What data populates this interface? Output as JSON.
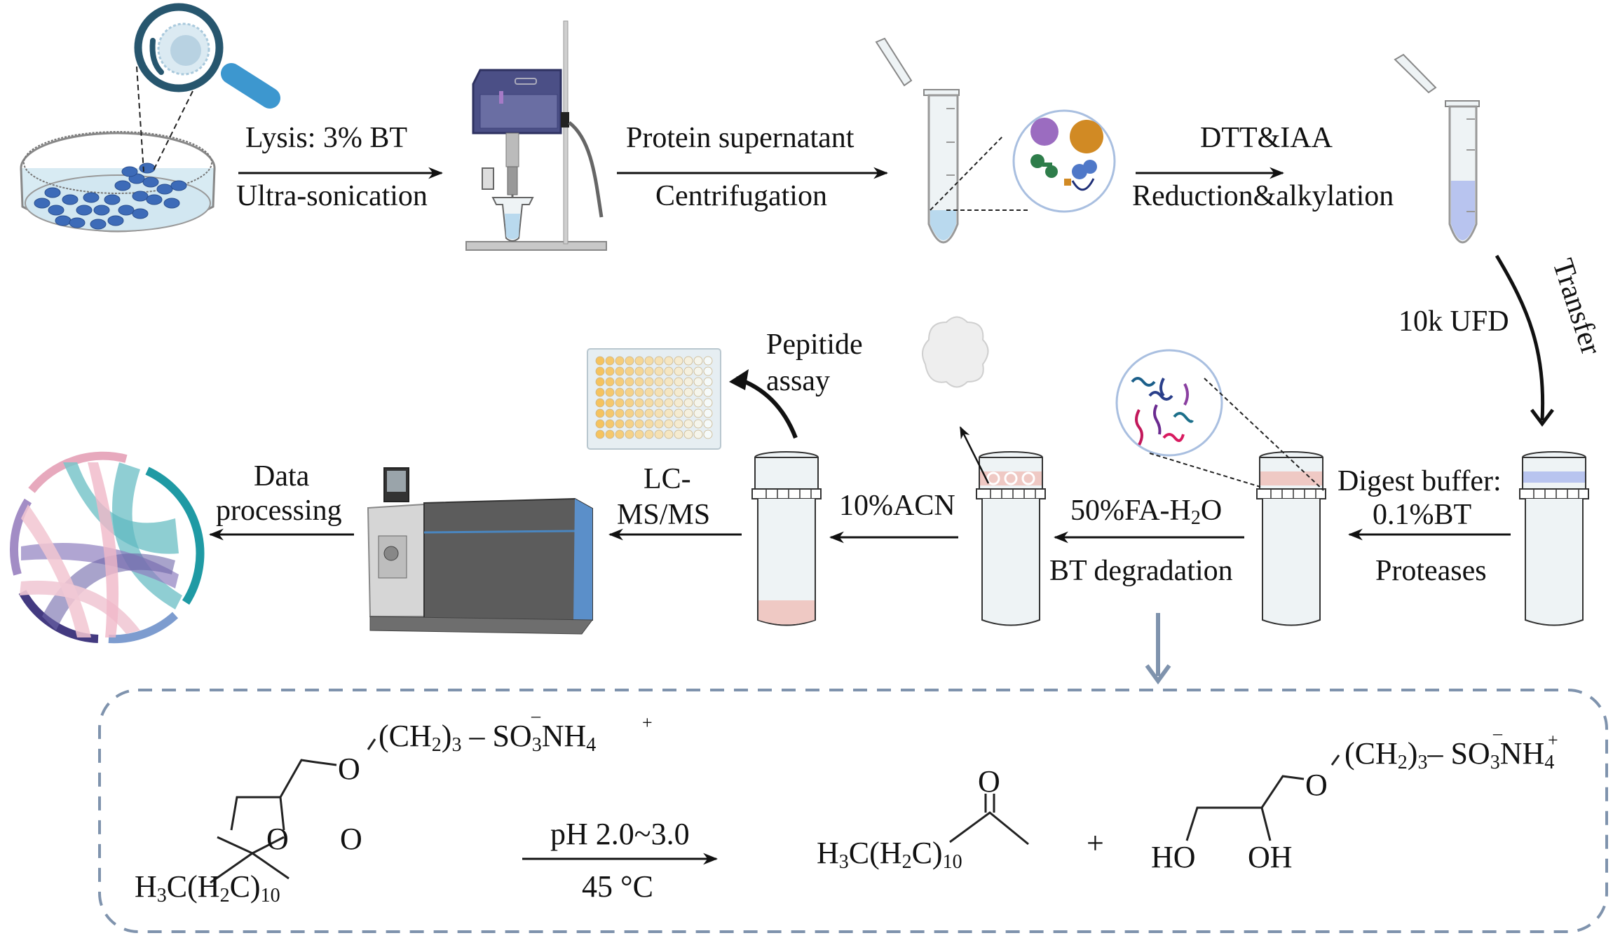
{
  "workflow": {
    "steps": [
      {
        "id": "lysis",
        "top": "Lysis: 3% BT",
        "bottom": "Ultra-sonication"
      },
      {
        "id": "centrifuge",
        "top": "Protein supernatant",
        "bottom": "Centrifugation"
      },
      {
        "id": "reduction",
        "top": "DTT&IAA",
        "bottom": "Reduction&alkylation"
      },
      {
        "id": "transfer",
        "curve_label": "Transfer",
        "side_label": "10k UFD"
      },
      {
        "id": "digest",
        "top_line1": "Digest buffer:",
        "top_line2": "0.1%BT",
        "bottom": "Proteases"
      },
      {
        "id": "degradation",
        "top": "50%FA-H",
        "top_sub": "2",
        "top_tail": "O",
        "bottom": "BT degradation"
      },
      {
        "id": "elution",
        "top": "10%ACN"
      },
      {
        "id": "peptide_assay",
        "line1": "Pepitide",
        "line2": "assay"
      },
      {
        "id": "lcms",
        "line1": "LC-",
        "line2": "MS/MS"
      },
      {
        "id": "data",
        "line1": "Data",
        "line2": "processing"
      }
    ]
  },
  "reaction": {
    "reactant": {
      "chain": "H",
      "chain_sub1": "3",
      "chain_mid": "C(H",
      "chain_sub2": "2",
      "chain_end": "C)",
      "chain_sub3": "10",
      "ring_o1": "O",
      "ring_o2": "O",
      "ether_o": "O",
      "tail": "(CH",
      "tail_sub1": "2",
      "tail_mid": ")",
      "tail_sub2": "3",
      "tail_dash": " – SO",
      "tail_sub3": "3",
      "tail_end": "NH",
      "tail_sub4": "4",
      "charge_minus": "–",
      "charge_plus": "+"
    },
    "conditions": {
      "top": "pH 2.0~3.0",
      "bottom": "45 °C"
    },
    "product1": {
      "chain": "H",
      "s1": "3",
      "mid": "C(H",
      "s2": "2",
      "end": "C)",
      "s3": "10",
      "carbonyl_o": "O"
    },
    "plus": "+",
    "product2": {
      "ho": "HO",
      "oh": "OH",
      "ether_o": "O",
      "tail": "(CH",
      "s1": "2",
      "mid": ")",
      "s2": "3",
      "dash": "– SO",
      "s3": "3",
      "end": "NH",
      "s4": "4",
      "charge_minus": "–",
      "charge_plus": "+"
    }
  },
  "colors": {
    "arrow": "#111111",
    "dashed_box": "#7f93ad",
    "down_arrow": "#7f93ad",
    "tube_fill": "#eef3f5",
    "liquid_blue": "#b9d9ee",
    "liquid_lavender": "#b8c4ef",
    "liquid_pink": "#efc9c4",
    "magnifier": "#27566e",
    "handle": "#3d97cf"
  }
}
